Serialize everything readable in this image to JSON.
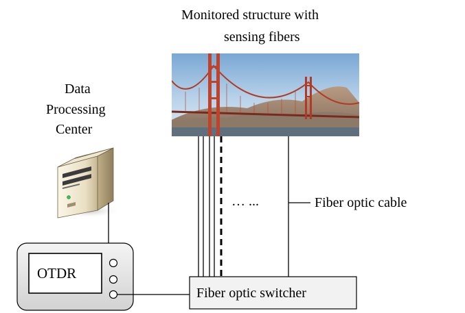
{
  "title": {
    "line1": "Monitored structure with",
    "line2": "sensing fibers"
  },
  "data_center": {
    "line1": "Data",
    "line2": "Processing",
    "line3": "Center"
  },
  "otdr_label": "OTDR",
  "cable_label": "Fiber optic cable",
  "switcher_label": "Fiber optic switcher",
  "ellipsis": "… ...",
  "icons": {
    "structure_image": "golden-gate-bridge-photo",
    "server": "server-tower-icon"
  }
}
